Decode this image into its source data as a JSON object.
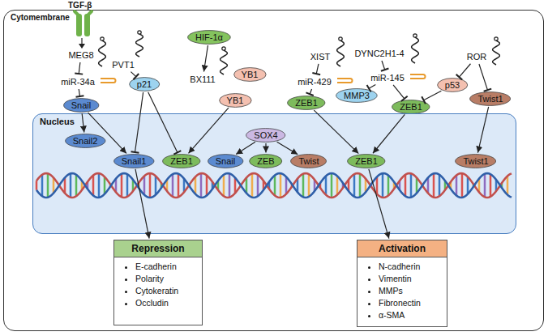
{
  "diagram": {
    "nodes": [
      {
        "text": [
          "Cytomembrane"
        ]
      },
      {
        "text": [
          "MEG8"
        ],
        "in": 0
      },
      {
        "text": [
          "miR-34a"
        ],
        "in": 0
      },
      {
        "text": [
          "Snail"
        ],
        "in": 0
      },
      {
        "text": [
          "PVT1"
        ],
        "in": 0
      },
      {
        "text": [
          "p21"
        ],
        "in": 0
      },
      {
        "text": [
          "HIF-1α"
        ],
        "in": 0
      },
      {
        "text": [
          "BX111"
        ],
        "in": 0
      },
      {
        "text": [
          "YB1"
        ],
        "in": 0
      },
      {
        "text": [
          "YB1"
        ],
        "in": 0
      },
      {
        "text": [
          "XIST"
        ],
        "in": 0
      },
      {
        "text": [
          "miR-429"
        ],
        "in": 0
      },
      {
        "text": [
          "ZEB1"
        ],
        "in": 0
      },
      {
        "text": [
          "DYNC2H1-4"
        ],
        "in": 0
      },
      {
        "text": [
          "miR-145"
        ],
        "in": 0
      },
      {
        "text": [
          "MMP3"
        ],
        "in": 0
      },
      {
        "text": [
          "ZEB1"
        ],
        "in": 0
      },
      {
        "text": [
          "ROR"
        ],
        "in": 0
      },
      {
        "text": [
          "p53"
        ],
        "in": 0
      },
      {
        "text": [
          "Twist1"
        ],
        "in": 0
      },
      {
        "text": [
          "Nucleus"
        ],
        "in": 0
      },
      {
        "text": [
          "Snail2"
        ],
        "in": 20
      },
      {
        "text": [
          "Snail1"
        ],
        "in": 20
      },
      {
        "text": [
          "ZEB1"
        ],
        "in": 20
      },
      {
        "text": [
          "SOX4"
        ],
        "in": 20
      },
      {
        "text": [
          "Snail"
        ],
        "in": 20
      },
      {
        "text": [
          "ZEB"
        ],
        "in": 20
      },
      {
        "text": [
          "Twist"
        ],
        "in": 20
      },
      {
        "text": [
          "ZEB1"
        ],
        "in": 20
      },
      {
        "text": [
          "Twist1"
        ],
        "in": 20
      },
      {
        "text": [
          "Repression",
          "E-cadherin",
          "Polarity",
          "Cytokeratin",
          "Occludin"
        ],
        "in": 0
      },
      {
        "text": [
          "Activation",
          "N-cadherin",
          "Vimentin",
          "MMPs",
          "Fibronectin",
          "α-SMA"
        ],
        "in": 0
      }
    ],
    "edges": [
      {
        "from": 1,
        "to": 2,
        "arrow": "to"
      },
      {
        "from": 2,
        "to": 3,
        "arrow": "to"
      },
      {
        "from": 3,
        "to": 21,
        "arrow": "to"
      },
      {
        "from": 3,
        "to": 22,
        "arrow": "to"
      },
      {
        "from": 4,
        "to": 5,
        "arrow": "to"
      },
      {
        "from": 5,
        "to": 22,
        "arrow": "to"
      },
      {
        "from": 5,
        "to": 23,
        "arrow": "to"
      },
      {
        "from": 6,
        "to": 7,
        "arrow": "to"
      },
      {
        "from": 9,
        "to": 23,
        "arrow": "to"
      },
      {
        "from": 10,
        "to": 11,
        "arrow": "to"
      },
      {
        "from": 11,
        "to": 12,
        "arrow": "to"
      },
      {
        "from": 12,
        "to": 28,
        "arrow": "to"
      },
      {
        "from": 13,
        "to": 14,
        "arrow": "to"
      },
      {
        "from": 14,
        "to": 15,
        "arrow": "to"
      },
      {
        "from": 14,
        "to": 16,
        "arrow": "to"
      },
      {
        "from": 16,
        "to": 28,
        "arrow": "to"
      },
      {
        "from": 17,
        "to": 18,
        "arrow": "to"
      },
      {
        "from": 18,
        "to": 16,
        "arrow": "to"
      },
      {
        "from": 17,
        "to": 19,
        "arrow": "to"
      },
      {
        "from": 19,
        "to": 29,
        "arrow": "to"
      },
      {
        "from": 24,
        "to": 25,
        "arrow": "to"
      },
      {
        "from": 24,
        "to": 26,
        "arrow": "to"
      },
      {
        "from": 24,
        "to": 27,
        "arrow": "to"
      },
      {
        "from": 22,
        "to": 30,
        "arrow": "to"
      },
      {
        "from": 28,
        "to": 31,
        "arrow": "to"
      }
    ],
    "labels": [
      "TGF-β"
    ]
  }
}
